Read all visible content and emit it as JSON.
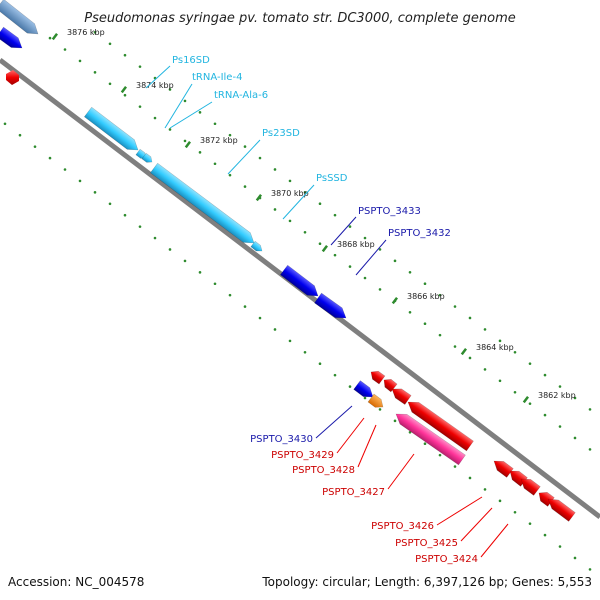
{
  "title": "Pseudomonas syringae pv. tomato str. DC3000, complete genome",
  "accession_text": "Accession: NC_004578",
  "topology_text": "Topology: circular; Length: 6,397,126 bp; Genes: 5,553",
  "colors": {
    "backbone": "#7f7f7f",
    "tick": "#2e8b2e",
    "rna": "#33ccff",
    "rna_label": "#22b5e0",
    "forward_gene": "#0000ee",
    "forward_label": "#1a1aaa",
    "reverse_gene": "#ee0000",
    "reverse_label": "#cc0000",
    "pink_gene": "#ff3399",
    "orange_gene": "#ff8800"
  },
  "ticks": [
    {
      "label": "3876 kbp"
    },
    {
      "label": "3874 kbp"
    },
    {
      "label": "3872 kbp"
    },
    {
      "label": "3870 kbp"
    },
    {
      "label": "3868 kbp"
    },
    {
      "label": "3866 kbp"
    },
    {
      "label": "3864 kbp"
    },
    {
      "label": "3862 kbp"
    }
  ],
  "features": [
    {
      "id": "Ps16SD",
      "label": "Ps16SD",
      "kind": "rna"
    },
    {
      "id": "tRNA-Ile-4",
      "label": "tRNA-Ile-4",
      "kind": "rna"
    },
    {
      "id": "tRNA-Ala-6",
      "label": "tRNA-Ala-6",
      "kind": "rna"
    },
    {
      "id": "Ps23SD",
      "label": "Ps23SD",
      "kind": "rna"
    },
    {
      "id": "PsSSD",
      "label": "PsSSD",
      "kind": "rna"
    },
    {
      "id": "PSPTO_3433",
      "label": "PSPTO_3433",
      "kind": "forward"
    },
    {
      "id": "PSPTO_3432",
      "label": "PSPTO_3432",
      "kind": "forward"
    },
    {
      "id": "PSPTO_3430",
      "label": "PSPTO_3430",
      "kind": "forward"
    },
    {
      "id": "PSPTO_3429",
      "label": "PSPTO_3429",
      "kind": "orange"
    },
    {
      "id": "PSPTO_3428",
      "label": "PSPTO_3428",
      "kind": "reverse"
    },
    {
      "id": "PSPTO_3427",
      "label": "PSPTO_3427",
      "kind": "pink"
    },
    {
      "id": "PSPTO_3426",
      "label": "PSPTO_3426",
      "kind": "reverse"
    },
    {
      "id": "PSPTO_3425",
      "label": "PSPTO_3425",
      "kind": "reverse"
    },
    {
      "id": "PSPTO_3424",
      "label": "PSPTO_3424",
      "kind": "reverse"
    }
  ]
}
